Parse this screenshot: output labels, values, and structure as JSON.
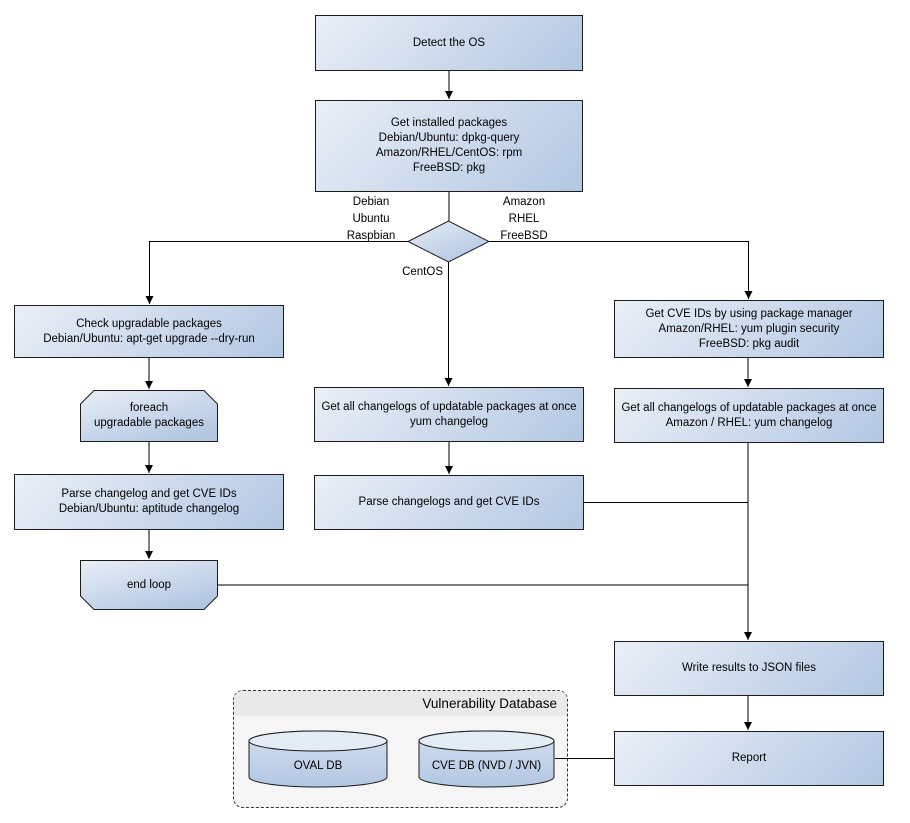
{
  "nodes": {
    "detect_os": {
      "lines": [
        "Detect the OS"
      ]
    },
    "get_installed_packages": {
      "lines": [
        "Get installed packages",
        "Debian/Ubuntu: dpkg-query",
        "Amazon/RHEL/CentOS: rpm",
        "FreeBSD: pkg"
      ]
    },
    "check_upgradable": {
      "lines": [
        "Check upgradable packages",
        "Debian/Ubuntu: apt-get upgrade --dry-run"
      ]
    },
    "foreach_loop": {
      "lines": [
        "foreach",
        "upgradable  packages"
      ]
    },
    "parse_changelog_deb": {
      "lines": [
        "Parse changelog and get  CVE IDs",
        "Debian/Ubuntu: aptitude changelog"
      ]
    },
    "end_loop": {
      "lines": [
        "end loop"
      ]
    },
    "get_changelogs_centos": {
      "lines": [
        "Get all changelogs of updatable packages at once",
        "yum changelog"
      ]
    },
    "parse_changelogs_centos": {
      "lines": [
        "Parse changelogs and get CVE IDs"
      ]
    },
    "get_cve_pkg_manager": {
      "lines": [
        "Get CVE IDs by using package manager",
        "Amazon/RHEL: yum plugin security",
        "FreeBSD: pkg audit"
      ]
    },
    "get_changelogs_amazon": {
      "lines": [
        "Get all changelogs of updatable packages at once",
        "Amazon / RHEL: yum changelog"
      ]
    },
    "write_results": {
      "lines": [
        "Write results to JSON files"
      ]
    },
    "report": {
      "lines": [
        "Report"
      ]
    }
  },
  "edge_labels": {
    "left_branch": [
      "Debian",
      "Ubuntu",
      "Raspbian"
    ],
    "right_branch": [
      "Amazon",
      "RHEL",
      "FreeBSD"
    ],
    "bottom_branch": "CentOS"
  },
  "database": {
    "title": "Vulnerability Database",
    "oval_db": "OVAL DB",
    "cve_db": "CVE DB (NVD / JVN)"
  },
  "colors": {
    "node_fill_light": "#eaeff7",
    "node_fill_dark": "#b3c7e3",
    "node_border": "#1c1c1c",
    "group_fill": "#f6f6f6",
    "group_header_fill": "#e9e9e9",
    "group_border": "#333333",
    "connector": "#000000",
    "background": "#ffffff"
  }
}
